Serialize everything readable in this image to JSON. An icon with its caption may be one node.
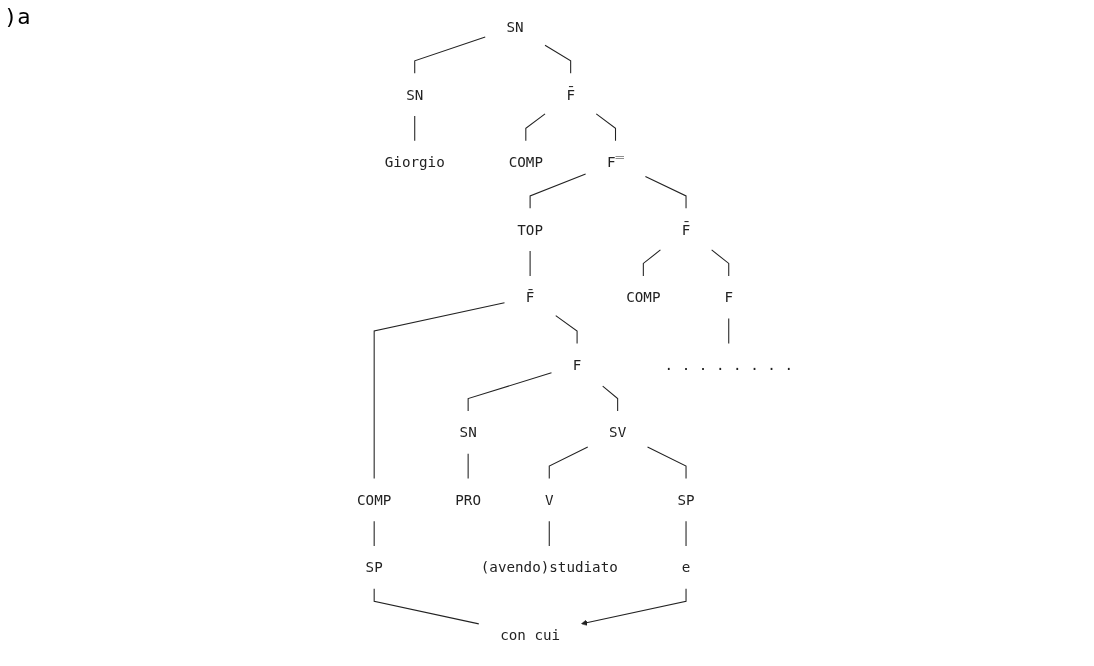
{
  "diagram": {
    "nodes": [
      {
        "text": [
          "SN"
        ]
      },
      {
        "text": [
          "SN"
        ]
      },
      {
        "text": [
          "F̄"
        ]
      },
      {
        "text": [
          "COMP"
        ]
      },
      {
        "text": [
          "F̿"
        ]
      },
      {
        "text": [
          "TOP"
        ]
      },
      {
        "text": [
          "F̄"
        ]
      },
      {
        "text": [
          "F̄"
        ]
      },
      {
        "text": [
          "COMP"
        ]
      },
      {
        "text": [
          "COMP"
        ]
      },
      {
        "text": [
          "F"
        ]
      },
      {
        "text": [
          "F"
        ]
      },
      {
        "text": [
          "SN"
        ]
      },
      {
        "text": [
          "SV"
        ]
      },
      {
        "text": [
          "SP"
        ]
      },
      {
        "text": [
          "V"
        ]
      },
      {
        "text": [
          "SP"
        ]
      },
      {
        "text": [
          "Giorgio"
        ]
      },
      {
        "text": [
          "con cui"
        ]
      },
      {
        "text": [
          "PRO"
        ]
      },
      {
        "text": [
          "(avendo)studiato"
        ]
      },
      {
        "text": [
          "e"
        ]
      },
      {
        "text": [
          ". . . . . . . ."
        ]
      }
    ],
    "edges": [
      {
        "from": 0,
        "to": 1,
        "arrow": "none"
      },
      {
        "from": 0,
        "to": 2,
        "arrow": "none"
      },
      {
        "from": 2,
        "to": 3,
        "arrow": "none"
      },
      {
        "from": 2,
        "to": 4,
        "arrow": "none"
      },
      {
        "from": 4,
        "to": 5,
        "arrow": "none"
      },
      {
        "from": 4,
        "to": 6,
        "arrow": "none"
      },
      {
        "from": 5,
        "to": 7,
        "arrow": "none"
      },
      {
        "from": 6,
        "to": 8,
        "arrow": "none"
      },
      {
        "from": 6,
        "to": 11,
        "arrow": "none"
      },
      {
        "from": 7,
        "to": 9,
        "arrow": "none"
      },
      {
        "from": 7,
        "to": 10,
        "arrow": "none"
      },
      {
        "from": 10,
        "to": 12,
        "arrow": "none"
      },
      {
        "from": 10,
        "to": 13,
        "arrow": "none"
      },
      {
        "from": 9,
        "to": 14,
        "arrow": "none"
      },
      {
        "from": 13,
        "to": 15,
        "arrow": "none"
      },
      {
        "from": 13,
        "to": 16,
        "arrow": "none"
      },
      {
        "from": 1,
        "to": 17,
        "arrow": "none"
      },
      {
        "from": 14,
        "to": 18,
        "arrow": "none"
      },
      {
        "from": 12,
        "to": 19,
        "arrow": "none"
      },
      {
        "from": 15,
        "to": 20,
        "arrow": "none"
      },
      {
        "from": 16,
        "to": 21,
        "arrow": "none"
      },
      {
        "from": 11,
        "to": 22,
        "arrow": "none"
      },
      {
        "from": 21,
        "to": 18,
        "arrow": "to"
      }
    ],
    "labels": [
      ")a"
    ]
  }
}
